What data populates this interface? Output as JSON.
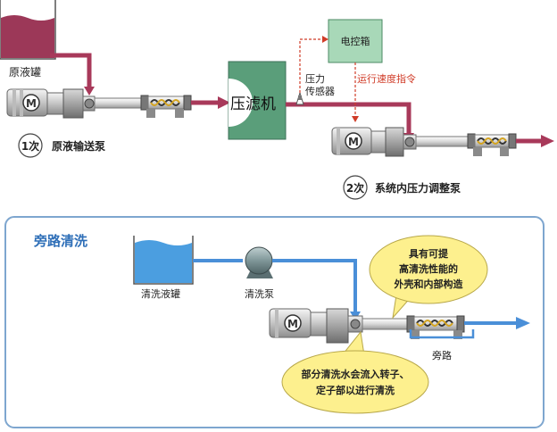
{
  "top": {
    "tank_label": "原液罐",
    "pump1_number": "1次",
    "pump1_label": "原液输送泵",
    "filter_press_label": "压滤机",
    "controller_label": "电控箱",
    "sensor_label_line1": "压力",
    "sensor_label_line2": "传感器",
    "speed_command_label": "运行速度指令",
    "pump2_number": "2次",
    "pump2_label": "系统内压力调整泵"
  },
  "bottom": {
    "section_title": "旁路清洗",
    "tank_label": "清洗液罐",
    "pump_label": "清洗泵",
    "bypass_label": "旁路",
    "callout1_lines": [
      "具有可提",
      "高清洗性能的",
      "外壳和内部构造"
    ],
    "callout2_lines": [
      "部分清洗水会流入转子、",
      "定子部以进行清洗"
    ]
  },
  "colors": {
    "product_pipe": "#a8395a",
    "wash_pipe": "#4a8fd8",
    "tank_liquid": "#9c3858",
    "wash_liquid": "#4b9ee0",
    "press_green": "#5a9e7a",
    "controller_green": "#a8d8b8",
    "callout_yellow": "#fdf08e",
    "frame_blue": "#7ea6cf",
    "signal_red": "#d03c28",
    "title_blue": "#2f6fb8"
  },
  "icons": [
    "motor-icon",
    "arrow-right-icon"
  ]
}
